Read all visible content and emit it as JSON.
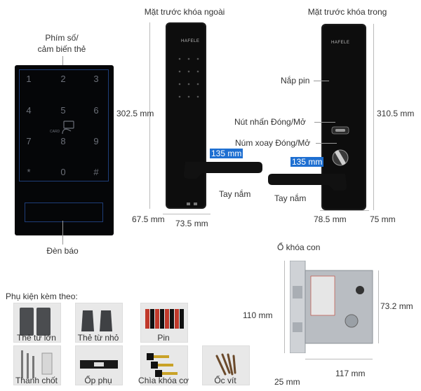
{
  "titles": {
    "outer": "Mặt trước khóa ngoài",
    "inner": "Mặt trước khóa trong"
  },
  "keypad": {
    "label_line1": "Phím số/",
    "label_line2": "cảm biến thẻ",
    "keys": [
      "1",
      "2",
      "3",
      "4",
      "5",
      "6",
      "7",
      "8",
      "9",
      "*",
      "0",
      "#"
    ],
    "card_text": "CARD",
    "indicator_label": "Đèn báo"
  },
  "outer_lock": {
    "brand": "HAFELE",
    "height": "302.5 mm",
    "depth": "67.5 mm",
    "width": "73.5 mm",
    "handle_length": "135 mm",
    "handle_label": "Tay nắm"
  },
  "inner_lock": {
    "brand": "HAFELE",
    "battery_label": "Nắp pin",
    "button_label": "Nút nhấn Đóng/Mở",
    "knob_label": "Núm xoay Đóng/Mở",
    "height": "310.5 mm",
    "handle_length": "135 mm",
    "handle_label": "Tay nắm",
    "width": "78.5 mm",
    "depth": "75 mm"
  },
  "mortise": {
    "title": "Ổ khóa con",
    "height": "110 mm",
    "side": "73.2 mm",
    "width": "117 mm",
    "depth": "25 mm"
  },
  "accessories": {
    "heading": "Phụ kiện kèm theo:",
    "items": [
      "Thẻ từ lớn",
      "Thẻ từ nhỏ",
      "Pin",
      "Thanh chốt",
      "Ốp phụ",
      "Chìa khóa cơ",
      "Ốc vít"
    ]
  }
}
